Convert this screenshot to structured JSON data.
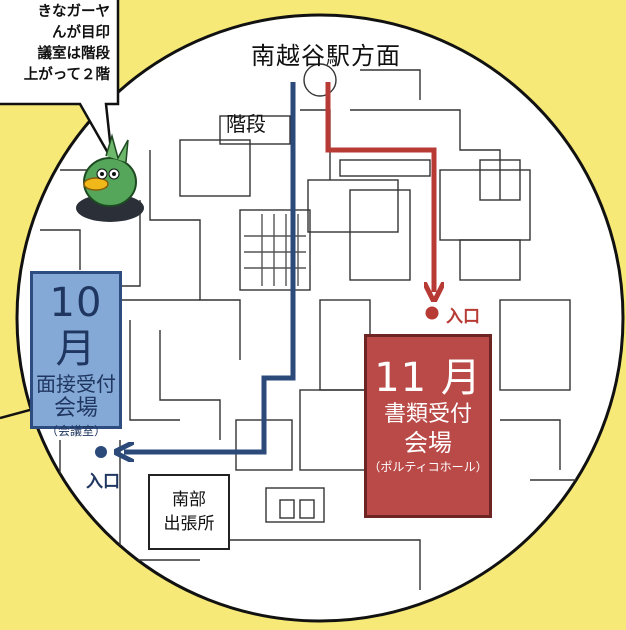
{
  "speech_bubble": {
    "lines": [
      "きなガーヤ",
      "んが目印",
      "議室は階段",
      "上がって２階"
    ]
  },
  "labels": {
    "station_direction": "南越谷駅方面",
    "stairs": "階段",
    "entrance_right": "入口",
    "entrance_left": "入口"
  },
  "october_venue": {
    "month": "10 月",
    "line1": "面接受付",
    "line2": "会場",
    "line3": "（会議室）"
  },
  "november_venue": {
    "month": "11 月",
    "line1": "書類受付",
    "line2": "会場",
    "line3": "（ポルティコホール）"
  },
  "south_office": {
    "line1": "南部",
    "line2": "出張所"
  },
  "colors": {
    "background": "#f6e977",
    "route_blue": "#2b4a7a",
    "route_red": "#b83a35",
    "october_fill": "#85a9d6",
    "november_fill": "#b94a47"
  }
}
